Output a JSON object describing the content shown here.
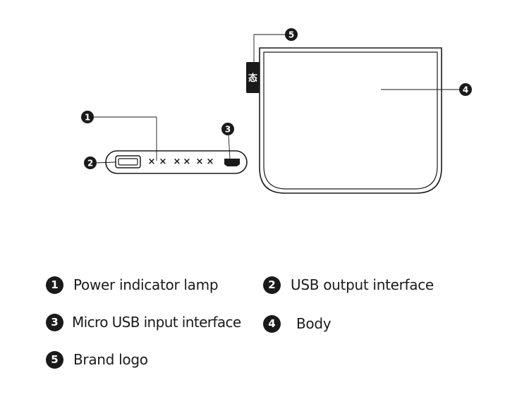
{
  "markers": [
    {
      "number": "1",
      "label": "Power indicator lamp"
    },
    {
      "number": "2",
      "label": "USB output interface"
    },
    {
      "number": "3",
      "label": "Micro USB input interface"
    },
    {
      "number": "4",
      "label": "Body"
    },
    {
      "number": "5",
      "label": "Brand logo"
    }
  ],
  "device": {
    "indicator_lamp_count": 6,
    "brand_logo_text": "态"
  },
  "colors": {
    "ink": "#1a1a1a",
    "background": "#ffffff"
  }
}
